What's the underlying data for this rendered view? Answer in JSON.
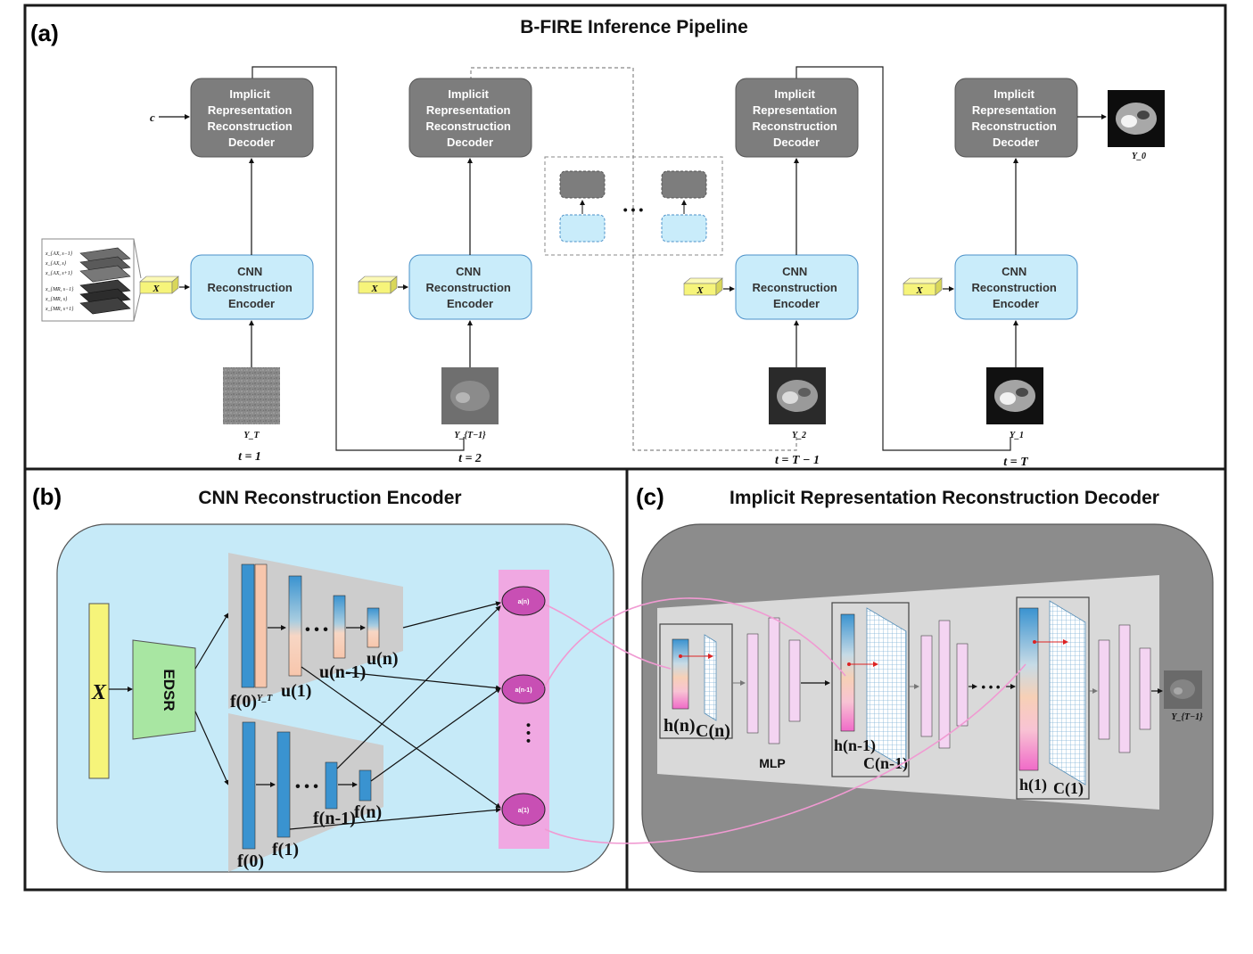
{
  "panel_a": {
    "label": "(a)",
    "title": "B-FIRE Inference Pipeline",
    "decoder_lines": [
      "Implicit",
      "Representation",
      "Reconstruction",
      "Decoder"
    ],
    "encoder_lines": [
      "CNN",
      "Reconstruction",
      "Encoder"
    ],
    "input_c": "c",
    "input_x": "X",
    "stack_labels": [
      "x_{AX, s−1}",
      "x_{AX, s}",
      "x_{AX, s+1}",
      "x_{MR, s−1}",
      "x_{MR, s}",
      "x_{MR, s+1}"
    ],
    "ellipsis": "• • •",
    "image_labels": [
      "Y_T",
      "Y_{T−1}",
      "Y_2",
      "Y_1",
      "Y_0"
    ],
    "time_labels": [
      "t = 1",
      "t = 2",
      "t = T − 1",
      "t = T"
    ]
  },
  "panel_b": {
    "label": "(b)",
    "title": "CNN Reconstruction Encoder",
    "x_label": "X",
    "edsr_label": "EDSR",
    "f0_label": "f(0)",
    "yt_label": "Y_T",
    "u1_label": "u(1)",
    "un1_label": "u(n-1)",
    "un_label": "u(n)",
    "f0b_label": "f(0)",
    "f1_label": "f(1)",
    "fn1_label": "f(n-1)",
    "fn_label": "f(n)",
    "a_n": "a(n)",
    "a_n1": "a(n-1)",
    "a_1": "a(1)",
    "dots": "• • •"
  },
  "panel_c": {
    "label": "(c)",
    "title": "Implicit Representation Reconstruction Decoder",
    "hn_label": "h(n)",
    "cn_label": "C(n)",
    "mlp_label": "MLP",
    "hn1_label": "h(n-1)",
    "cn1_label": "C(n-1)",
    "h1_label": "h(1)",
    "c1_label": "C(1)",
    "out_label": "Y_{T−1}",
    "dots": "• • •"
  },
  "colors": {
    "frame": "#1a1a1a",
    "decoder_box": "#7d7d7d",
    "encoder_box": "#c9ecfa",
    "encoder_stroke": "#4a90c8",
    "input_yellow": "#f6f47a",
    "panel_b_bg": "#c6eaf8",
    "panel_c_bg": "#8c8c8c",
    "feature_blue": "#3a93d0",
    "feature_peach": "#f7c6ac",
    "attention_pink": "#f0a8e2",
    "mlp_pink": "#f4d4f2",
    "curve_pink": "#f09ad2"
  }
}
